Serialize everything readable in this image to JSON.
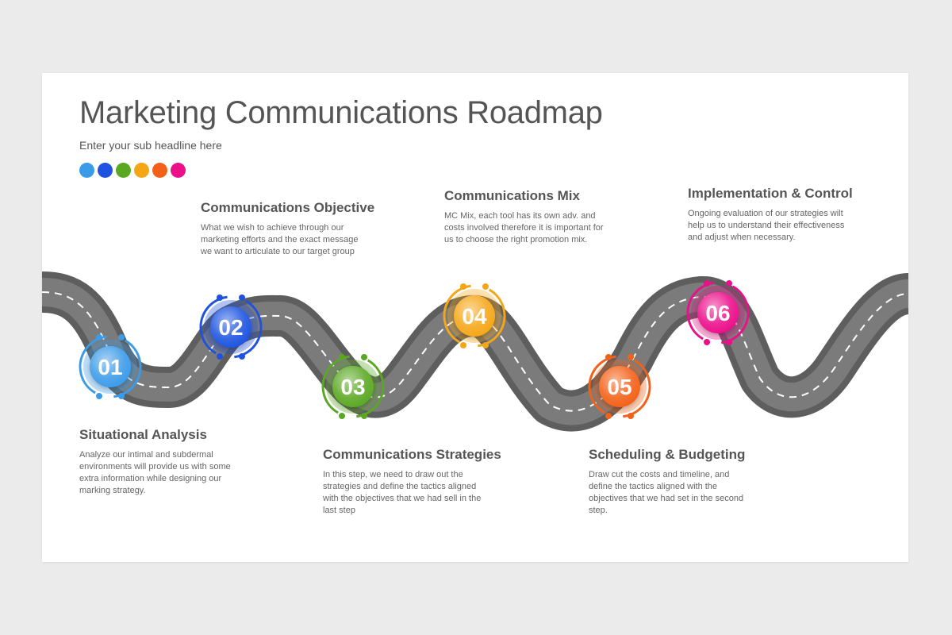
{
  "title": "Marketing Communications Roadmap",
  "subtitle": "Enter your sub headline here",
  "palette": [
    "#3a9be8",
    "#1f52e0",
    "#5aa821",
    "#f5a617",
    "#f36118",
    "#ec0f8a"
  ],
  "road": {
    "base": "#5e5e5e",
    "edge": "#7b7b7b",
    "lane_marking": "#ffffff"
  },
  "steps": [
    {
      "number": "01",
      "color": "#3a9be8",
      "heading": "Situational Analysis",
      "description": "Analyze our intimal and subdermal environments will provide us with some extra information while designing our marking strategy."
    },
    {
      "number": "02",
      "color": "#1f52e0",
      "heading": "Communications Objective",
      "description": "What we wish to achieve through our marketing efforts and the exact message we want to articulate to our target group"
    },
    {
      "number": "03",
      "color": "#5aa821",
      "heading": "Communications Strategies",
      "description": "In this step, we need to draw out the strategies and define the tactics aligned with the objectives that we had sell in the last step"
    },
    {
      "number": "04",
      "color": "#f5a617",
      "heading": "Communications Mix",
      "description": "MC Mix, each tool has its own adv. and costs involved therefore it is important for us to choose the right promotion mix."
    },
    {
      "number": "05",
      "color": "#f36118",
      "heading": "Scheduling & Budgeting",
      "description": "Draw cut the costs and timeline, and define the tactics aligned with the objectives that we had set in the second step."
    },
    {
      "number": "06",
      "color": "#ec0f8a",
      "heading": "Implementation & Control",
      "description": "Ongoing evaluation of our strategies wilt help us to understand their effectiveness and adjust when necessary."
    }
  ]
}
